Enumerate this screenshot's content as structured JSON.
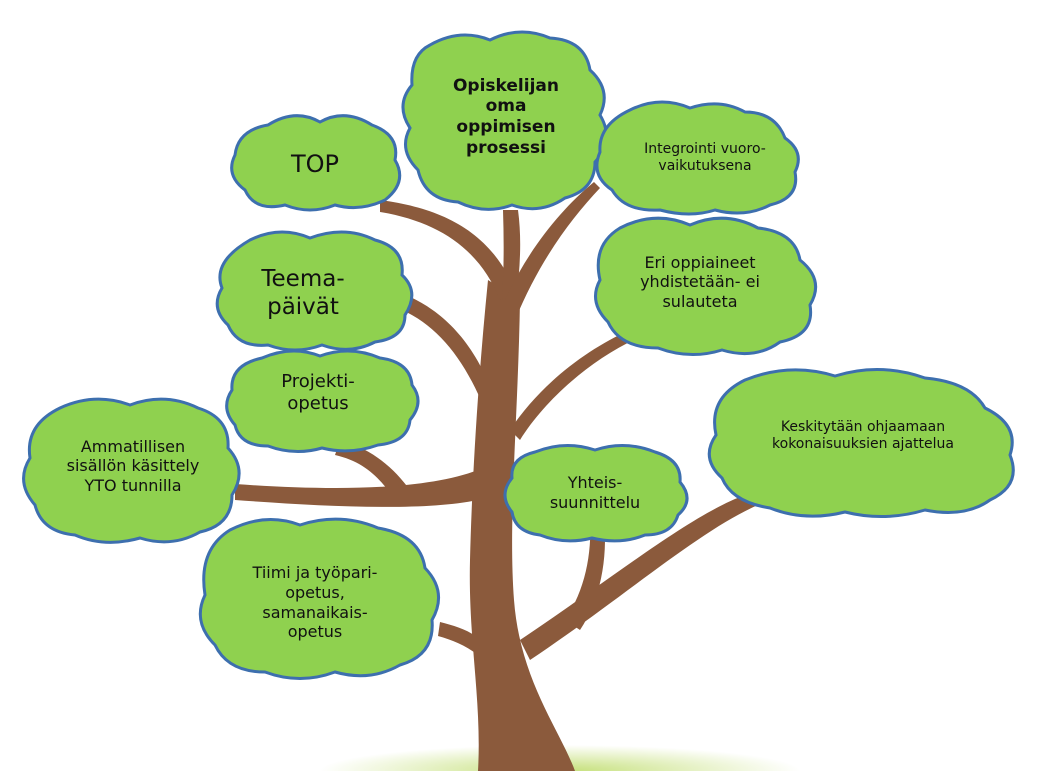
{
  "colors": {
    "leaf_fill": "#8fd14f",
    "leaf_stroke": "#3d6fae",
    "trunk": "#8b5a3c",
    "ground": "#c5e07a",
    "text": "#111111"
  },
  "clouds": {
    "top": "TOP",
    "opiskelijan": "Opiskelijan oma oppimisen prosessi",
    "integrointi": "Integrointi vuoro-vaikutuksena",
    "teema": "Teema-päivät",
    "eri": "Eri oppiaineet yhdistetään- ei sulauteta",
    "projekti": "Projekti-opetus",
    "ammatillisen": "Ammatillisen sisällön käsittely YTO tunnilla",
    "keskitytaan": "Keskitytään ohjaamaan kokonaisuuksien ajattelua",
    "yhteis": "Yhteis-suunnittelu",
    "tiimi": "Tiimi ja työpari-opetus, samanaikais-opetus"
  }
}
